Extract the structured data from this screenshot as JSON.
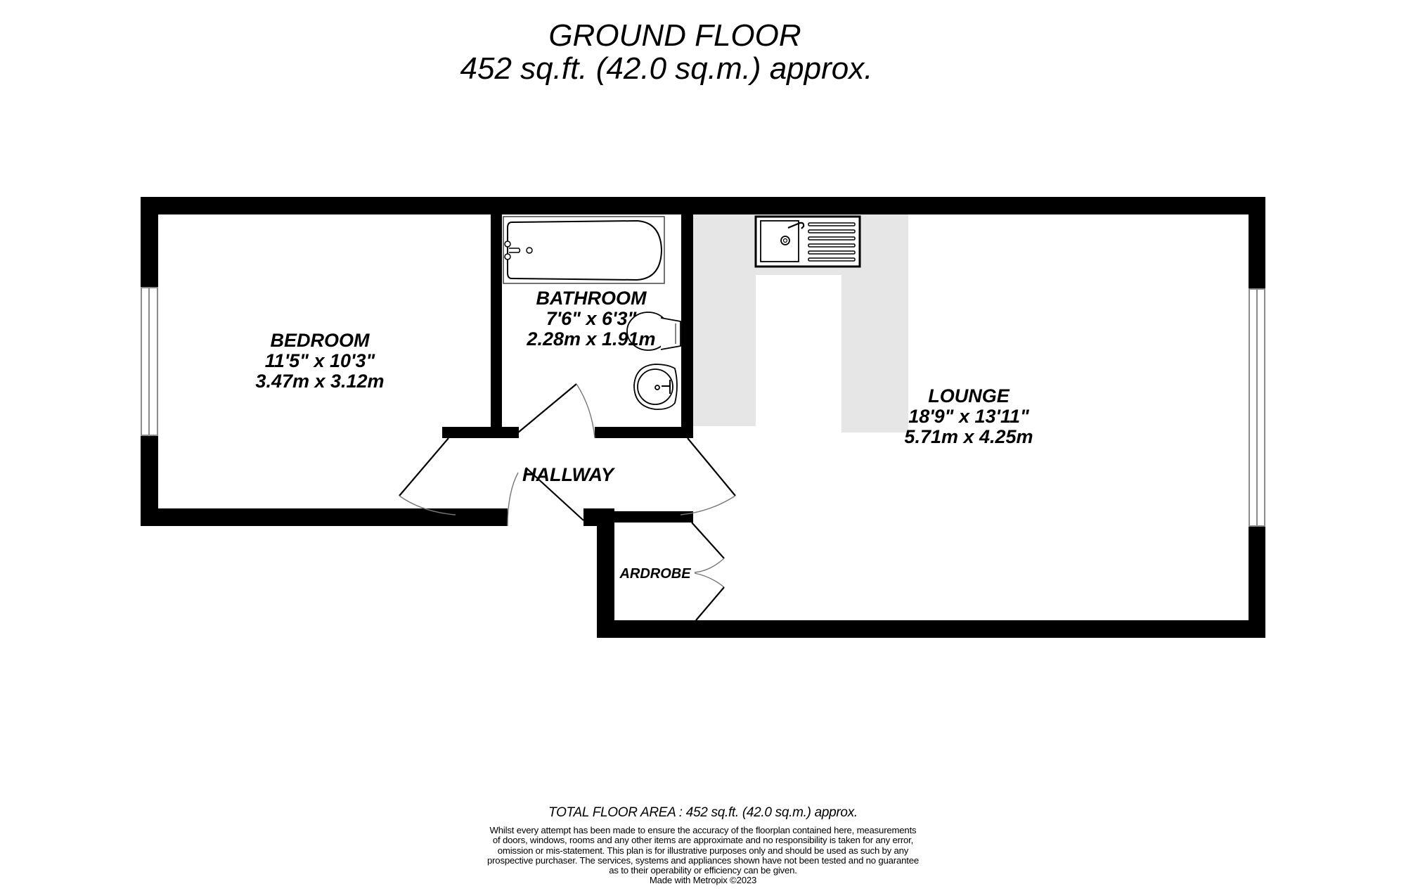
{
  "header": {
    "floor_name": "GROUND FLOOR",
    "floor_area": "452 sq.ft. (42.0 sq.m.) approx."
  },
  "rooms": [
    {
      "name": "BEDROOM",
      "imperial": "11'5\"  x 10'3\"",
      "metric": "3.47m  x 3.12m"
    },
    {
      "name": "BATHROOM",
      "imperial": "7'6\"  x 6'3\"",
      "metric": "2.28m  x 1.91m"
    },
    {
      "name": "LOUNGE",
      "imperial": "18'9\"  x 13'11\"",
      "metric": "5.71m  x 4.25m"
    },
    {
      "name": "HALLWAY"
    },
    {
      "name": "ARDROBE"
    }
  ],
  "fixtures": [
    "bathtub-icon",
    "toilet-icon",
    "washbasin-icon",
    "kitchen-sink-icon"
  ],
  "colors": {
    "wall": "#000000",
    "kitchen_fill": "#e6e6e6",
    "window": "#8a8a8a",
    "door_arc": "#777777"
  },
  "footer": {
    "total_area": "TOTAL FLOOR AREA : 452 sq.ft. (42.0 sq.m.) approx.",
    "disclaimer_lines": [
      "Whilst every attempt has been made to ensure the accuracy of the floorplan contained here, measurements",
      "of doors, windows, rooms and any other items are approximate and no responsibility is taken for any error,",
      "omission or mis-statement. This plan is for illustrative purposes only and should be used as such by any",
      "prospective purchaser. The services, systems and appliances shown have not been tested and no guarantee",
      "as to their operability or efficiency can be given."
    ],
    "credit": "Made with Metropix ©2023"
  }
}
